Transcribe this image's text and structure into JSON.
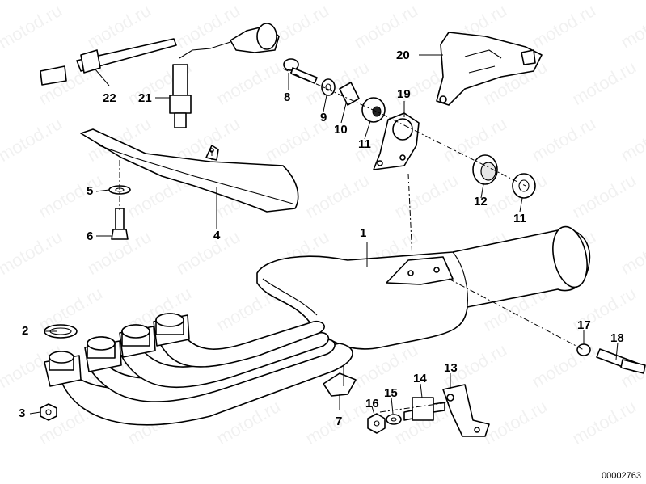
{
  "watermark": "motod.ru",
  "diagram_number": "00002763",
  "callouts": {
    "p1": "1",
    "p2": "2",
    "p3": "3",
    "p4": "4",
    "p5": "5",
    "p6": "6",
    "p7": "7",
    "p8": "8",
    "p9": "9",
    "p10": "10",
    "p11a": "11",
    "p11b": "11",
    "p12": "12",
    "p13": "13",
    "p14": "14",
    "p15": "15",
    "p16": "16",
    "p17": "17",
    "p18": "18",
    "p19": "19",
    "p20": "20",
    "p21": "21",
    "p22": "22"
  }
}
